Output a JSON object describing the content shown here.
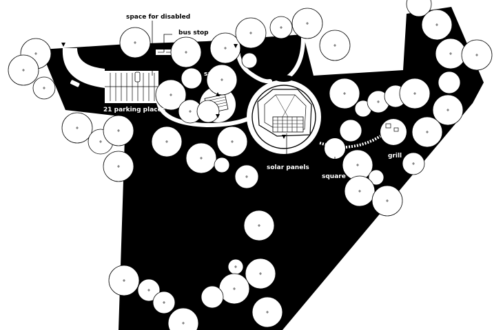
{
  "labels": {
    "space_for_disabled": "space for disabled",
    "bus_stop": "bus stop",
    "sauna": "sauna",
    "parking": "21 parking places",
    "solar_panels": "solar panels",
    "square": "square",
    "grill": "grill"
  },
  "colors": {
    "ground": "#000000",
    "paper": "#ffffff",
    "line": "#000000"
  },
  "icons": {
    "north_marker": "triangle-marker-icon",
    "tree": "tree-crown-icon",
    "car": "car-icon"
  }
}
